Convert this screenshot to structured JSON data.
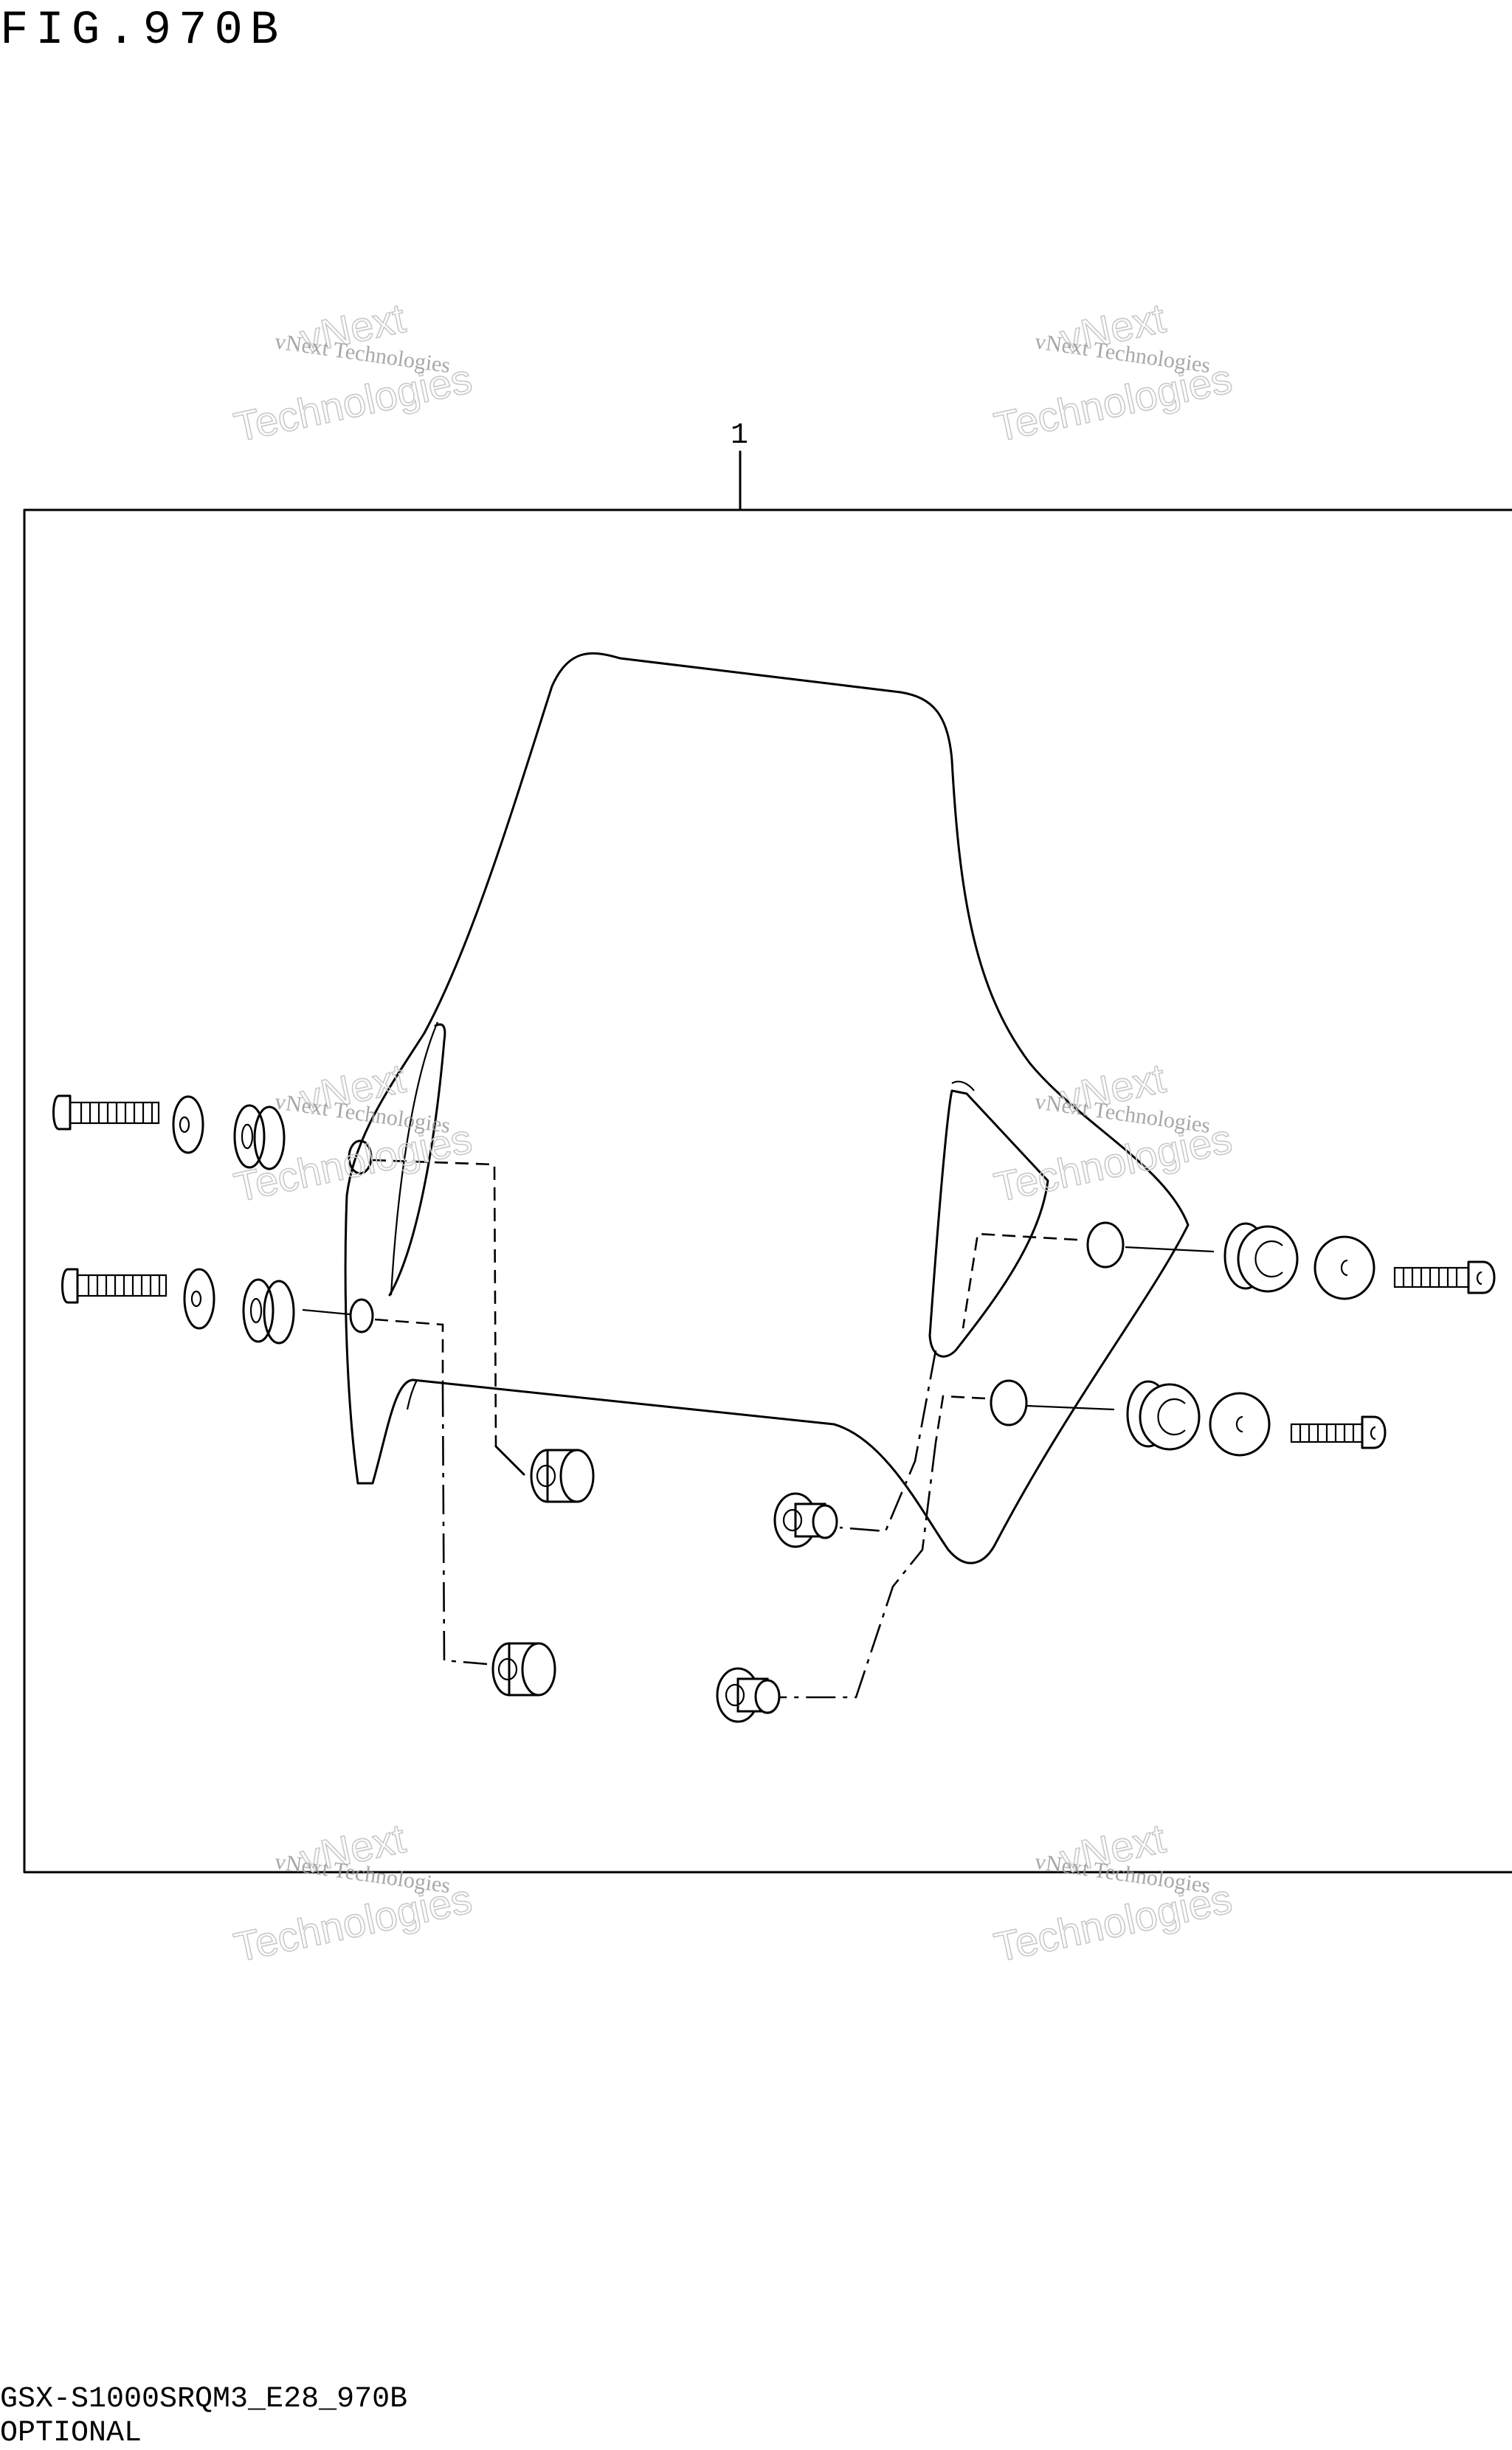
{
  "figure": {
    "title": "FIG.970B",
    "callout_number": "1"
  },
  "watermark": {
    "small_text": "vNext Technologies",
    "large_text_line1": "vNext",
    "large_text_line2": "Technologies"
  },
  "footer": {
    "model_code": "GSX-S1000SRQM3_E28_970B",
    "option_label": "OPTIONAL"
  }
}
